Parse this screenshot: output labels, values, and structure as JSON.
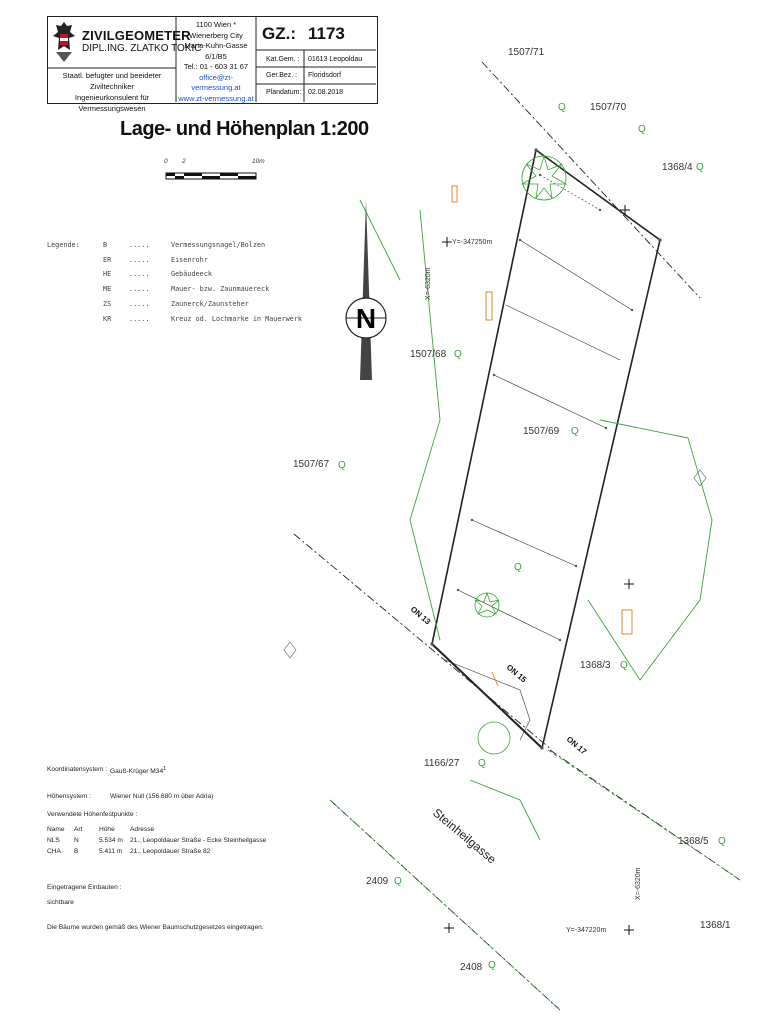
{
  "header": {
    "firm_name": "ZIVILGEOMETER",
    "firm_owner": "DIPL.ING. ZLATKO TOKIC",
    "qualification_line1": "Staatl. befugter und beeideter Ziviltechniker",
    "qualification_line2": "Ingenieurkonsulent für Vermessungswesen",
    "address_line1": "1100 Wien * Wienerberg City",
    "address_line2": "Maria-Kuhn-Gasse 6/1/B5",
    "phone": "Tel.: 01 - 603 31 67",
    "email": "office@zt-vermessung.at",
    "website": "www.zt-vermessung.at",
    "gz_label": "GZ.:",
    "gz_number": "1173",
    "kat_gem_label": "Kat.Gem. :",
    "kat_gem_value": "01613 Leopoldau",
    "ger_bez_label": "Ger.Bez. :",
    "ger_bez_value": "Floridsdorf",
    "plandatum_label": "Plandatum:",
    "plandatum_value": "02.08.2018"
  },
  "title": "Lage- und Höhenplan 1:200",
  "scale_bar": {
    "start": "0",
    "mid": "2",
    "end": "10m"
  },
  "legend": {
    "label": "Legende:",
    "items": [
      {
        "code": "B",
        "dots": ".....",
        "desc": "Vermessungsnagel/Bolzen"
      },
      {
        "code": "ER",
        "dots": ".....",
        "desc": "Eisenrohr"
      },
      {
        "code": "HE",
        "dots": ".....",
        "desc": "Gebäudeeck"
      },
      {
        "code": "ME",
        "dots": ".....",
        "desc": "Mauer- bzw. Zaunmauereck"
      },
      {
        "code": "ZS",
        "dots": ".....",
        "desc": "Zaunerck/Zaunsteher"
      },
      {
        "code": "KR",
        "dots": ".....",
        "desc": "Kreuz od. Lochmarke in Mauerwerk"
      }
    ]
  },
  "info": {
    "coord_label": "Koordinatensystem :",
    "coord_value": "Gauß-Krüger M34",
    "coord_sup": "1",
    "height_label": "Höhensystem :",
    "height_value": "Wiener Null (156.680 m über Adria)",
    "points_title": "Verwendete Höhenfestpunkte :",
    "points_header": [
      "Name",
      "Art",
      "Höhe",
      "Adresse"
    ],
    "points": [
      [
        "NLS",
        "N",
        "5.534 m",
        "21., Leopoldauer Straße - Ecke Steinheilgasse"
      ],
      [
        "CHA",
        "B",
        "5.411 m",
        "21., Leopoldauer Straße 82"
      ]
    ],
    "built_label": "Eingetragene Einbauten :",
    "built_value": "sichtbare",
    "trees_note": "Die Bäume wurden gemäß des Wiener Baumschutzgesetzes eingetragen."
  },
  "plan": {
    "north": "N",
    "parcels": [
      "1507/71",
      "1507/70",
      "1368/4",
      "1507/68",
      "1507/69",
      "1507/67",
      "1368/3",
      "1166/27",
      "1368/5",
      "2409",
      "2408",
      "1368/1"
    ],
    "street": "Steinheilgasse",
    "on_labels": [
      "ON 13",
      "ON 15",
      "ON 17"
    ],
    "grid_y_top": "Y=-347250m",
    "grid_y_bottom": "Y=-347220m",
    "grid_x_left": "X=-6320m",
    "grid_x_right": "X=-6320m"
  }
}
